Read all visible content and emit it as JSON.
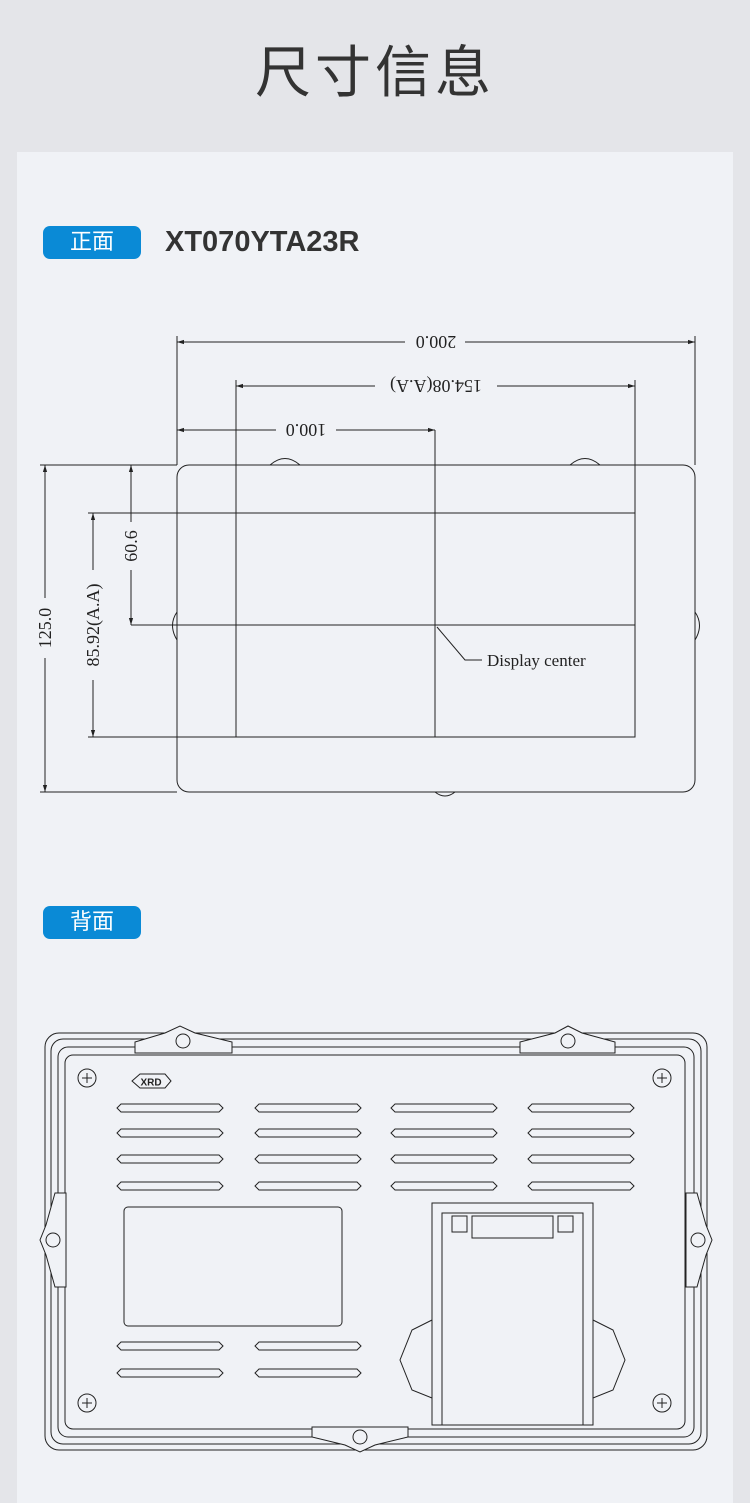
{
  "header": {
    "title": "尺寸信息"
  },
  "front": {
    "badge": "正面",
    "model": "XT070YTA23R",
    "dimensions": {
      "overall_width": "200.0",
      "active_area_width": "154.08(A.A)",
      "center_offset_x": "100.0",
      "overall_height": "125.0",
      "active_area_height": "85.92(A.A)",
      "center_offset_y": "60.6",
      "display_center_label": "Display center"
    }
  },
  "back": {
    "badge": "背面",
    "logo": "XRD"
  }
}
